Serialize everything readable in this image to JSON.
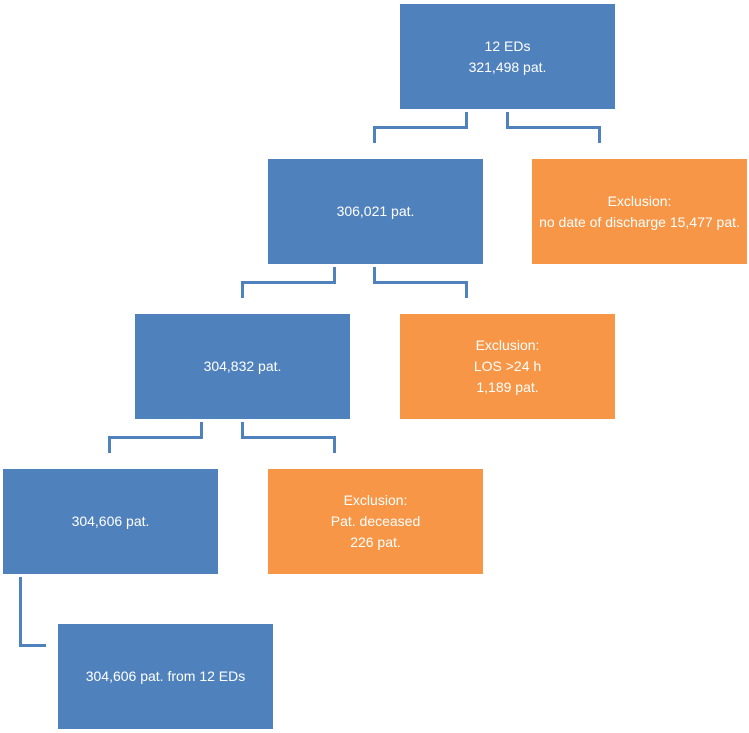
{
  "colors": {
    "main_box": "#4f81bd",
    "exclusion_box": "#f79646",
    "connector": "#4f81bd",
    "text": "#ffffff"
  },
  "boxes": {
    "start": {
      "line1": "12 EDs",
      "line2": "321,498 pat."
    },
    "step1": {
      "line1": "306,021 pat."
    },
    "excl1": {
      "line1": "Exclusion:",
      "line2": "no date of discharge 15,477 pat."
    },
    "step2": {
      "line1": "304,832 pat."
    },
    "excl2": {
      "line1": "Exclusion:",
      "line2": "LOS >24 h",
      "line3": "1,189 pat."
    },
    "step3": {
      "line1": "304,606 pat."
    },
    "excl3": {
      "line1": "Exclusion:",
      "line2": "Pat. deceased",
      "line3": "226 pat."
    },
    "final": {
      "line1": "304,606 pat. from 12 EDs"
    }
  }
}
